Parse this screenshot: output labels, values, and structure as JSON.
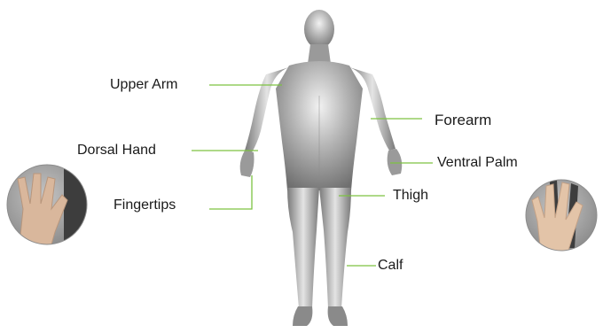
{
  "labels": {
    "upper_arm": "Upper Arm",
    "forearm": "Forearm",
    "dorsal_hand": "Dorsal Hand",
    "ventral_palm": "Ventral Palm",
    "fingertips": "Fingertips",
    "thigh": "Thigh",
    "calf": "Calf"
  },
  "colors": {
    "leader_line": "#7dc242",
    "label_text": "#1a1a1a",
    "body": "#8f8f8f",
    "skin": "#d9b79c"
  },
  "figure": {
    "icon": "human-body-figure"
  },
  "insets": [
    {
      "icon": "dorsal-hand-photo"
    },
    {
      "icon": "palm-hand-photo"
    }
  ]
}
